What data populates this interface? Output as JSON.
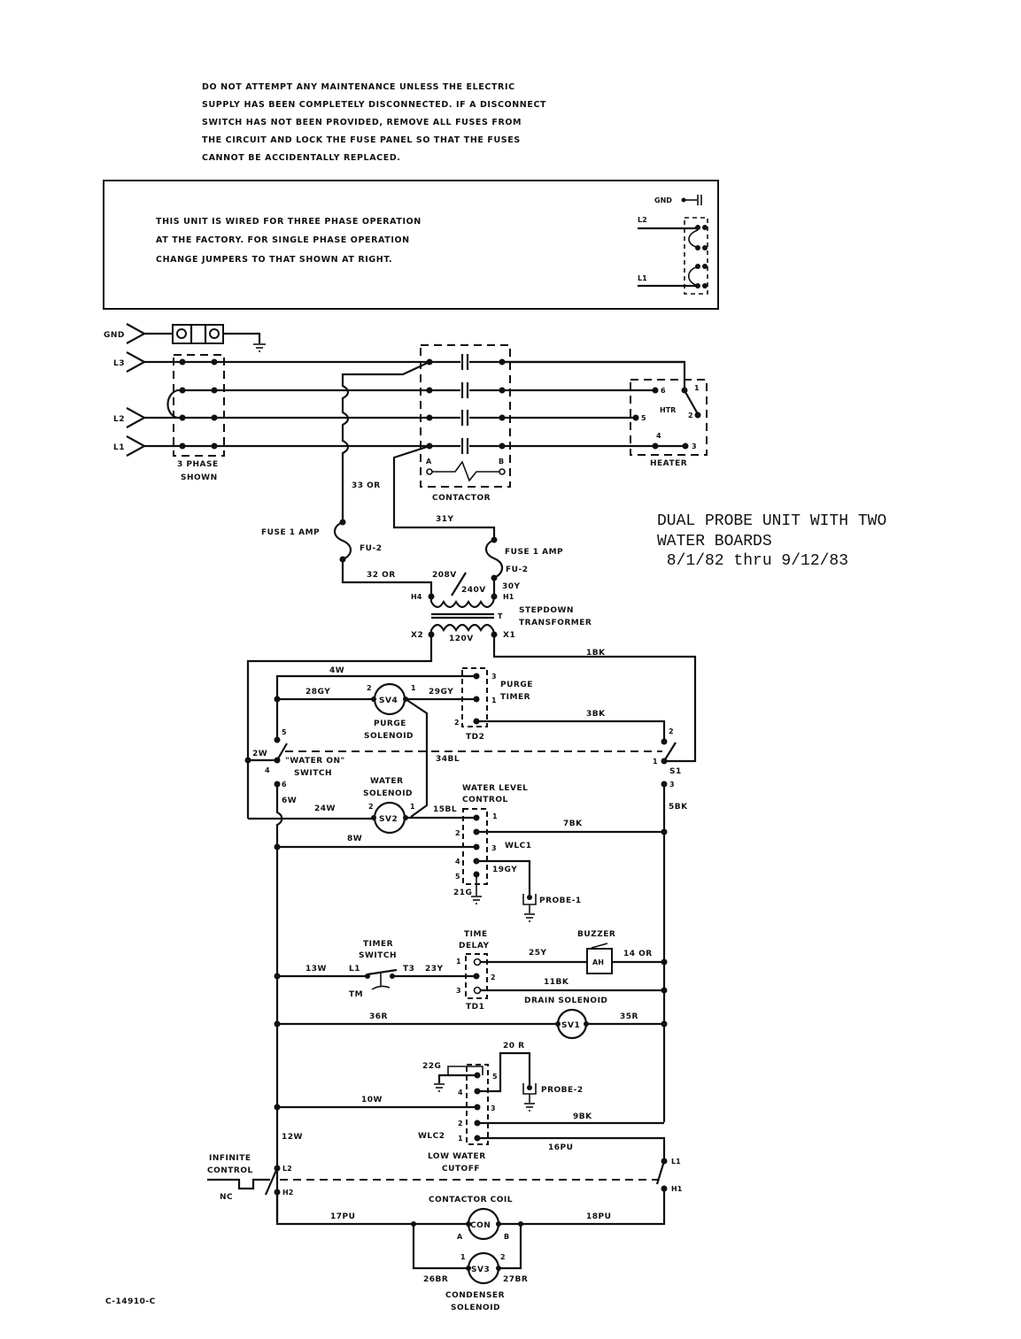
{
  "warning": {
    "lines": [
      "DO NOT ATTEMPT ANY MAINTENANCE UNLESS THE ELECTRIC",
      "SUPPLY HAS BEEN COMPLETELY DISCONNECTED. IF A DISCONNECT",
      "SWITCH HAS NOT BEEN PROVIDED, REMOVE ALL FUSES FROM",
      "THE CIRCUIT AND LOCK THE FUSE PANEL SO THAT THE FUSES",
      "CANNOT BE ACCIDENTALLY REPLACED."
    ]
  },
  "phase_note": {
    "lines": [
      "THIS UNIT IS WIRED FOR THREE PHASE OPERATION",
      "AT THE FACTORY. FOR SINGLE PHASE OPERATION",
      "CHANGE JUMPERS TO THAT SHOWN AT RIGHT."
    ],
    "inset": {
      "gnd": "GND",
      "l2": "L2",
      "l1": "L1"
    }
  },
  "title_block": {
    "lines": [
      "DUAL PROBE UNIT WITH TWO",
      "WATER BOARDS",
      " 8/1/82 thru 9/12/83"
    ]
  },
  "drawing_number": "C-14910-C",
  "supply": {
    "gnd": "GND",
    "l3": "L3",
    "l2": "L2",
    "l1": "L1",
    "terminal_label": [
      "3 PHASE",
      "SHOWN"
    ]
  },
  "contactor": {
    "name": "CONTACTOR",
    "term_a": "A",
    "term_b": "B"
  },
  "heater": {
    "name": "HEATER",
    "hlr": "HTR",
    "terms": [
      "6",
      "1",
      "5",
      "2",
      "4",
      "3"
    ]
  },
  "wires": {
    "w33or": "33 OR",
    "w32or": "32 OR",
    "w31y": "31Y",
    "w30y": "30Y",
    "w1bk": "1BK",
    "w4w": "4W",
    "w28gy": "28GY",
    "w29gy": "29GY",
    "w3bk": "3BK",
    "w2w": "2W",
    "w34bl": "34BL",
    "w6w": "6W",
    "w24w": "24W",
    "w15bl": "15BL",
    "w7bk": "7BK",
    "w8w": "8W",
    "w19gy": "19GY",
    "w21g": "21G",
    "w5bk": "5BK",
    "w13w": "13W",
    "w23y": "23Y",
    "w25y": "25Y",
    "w14or": "14 OR",
    "w11bk": "11BK",
    "w36r": "36R",
    "w35r": "35R",
    "w20r": "20 R",
    "w22g": "22G",
    "w10w": "10W",
    "w9bk": "9BK",
    "w12w": "12W",
    "w16pu": "16PU",
    "w17pu": "17PU",
    "w18pu": "18PU",
    "w26br": "26BR",
    "w27br": "27BR"
  },
  "fuses": {
    "left": "FUSE 1 AMP",
    "left_id": "FU-2",
    "right": "FUSE 1 AMP",
    "right_id": "FU-2"
  },
  "transformer": {
    "primary": "208V",
    "primary2": "240V",
    "h4": "H4",
    "h1": "H1",
    "t": "T",
    "x2": "X2",
    "x1": "X1",
    "secondary": "120V",
    "name": [
      "STEPDOWN",
      "TRANSFORMER"
    ]
  },
  "purge": {
    "sv4": "SV4",
    "sv4_name": [
      "PURGE",
      "SOLENOID"
    ],
    "pin2": "2",
    "pin1": "1",
    "timer_name": [
      "PURGE",
      "TIMER"
    ],
    "td2": "TD2",
    "t3": "3",
    "t1": "1",
    "t2": "2"
  },
  "water_switch": {
    "name": [
      "\"WATER ON\"",
      "SWITCH"
    ],
    "t5": "5",
    "t4": "4",
    "t6": "6",
    "s1": "S1",
    "s1_2": "2",
    "s1_1": "1",
    "s1_3": "3"
  },
  "water_solenoid": {
    "sv2": "SV2",
    "name": [
      "WATER",
      "SOLENOID"
    ],
    "pin2": "2",
    "pin1": "1"
  },
  "wlc1": {
    "name": [
      "WATER LEVEL",
      "CONTROL"
    ],
    "id": "WLC1",
    "pins": [
      "1",
      "2",
      "3",
      "4",
      "5"
    ],
    "probe": "PROBE-1"
  },
  "timer_switch": {
    "name": [
      "TIMER",
      "SWITCH"
    ],
    "l1": "L1",
    "t3": "T3",
    "tm": "TM"
  },
  "time_delay": {
    "name": [
      "TIME",
      "DELAY"
    ],
    "id": "TD1",
    "pins": [
      "1",
      "2",
      "3"
    ]
  },
  "buzzer": {
    "name": "BUZZER",
    "glyph": "AH"
  },
  "drain": {
    "name": "DRAIN SOLENOID",
    "sv1": "SV1"
  },
  "wlc2": {
    "id": "WLC2",
    "pins": [
      "5",
      "4",
      "3",
      "2",
      "1"
    ],
    "probe": "PROBE-2",
    "name": [
      "LOW WATER",
      "CUTOFF"
    ]
  },
  "infinite_control": {
    "name": [
      "INFINITE",
      "CONTROL"
    ],
    "nc": "NC",
    "l2": "L2",
    "h2": "H2",
    "l1": "L1",
    "h1": "H1"
  },
  "contactor_coil": {
    "name": "CONTACTOR COIL",
    "con": "CON",
    "a": "A",
    "b": "B"
  },
  "condenser": {
    "sv3": "SV3",
    "pin1": "1",
    "pin2": "2",
    "name": [
      "CONDENSER",
      "SOLENOID"
    ]
  }
}
